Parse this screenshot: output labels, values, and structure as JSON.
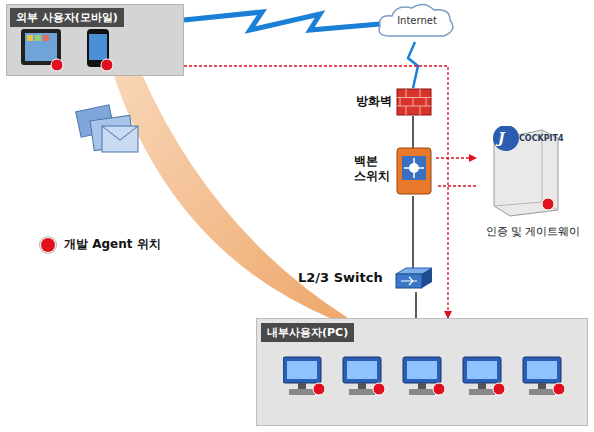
{
  "diagram": {
    "nodes": [
      {
        "text": [
          "외부 사용자(모바일)"
        ]
      },
      {
        "text": [
          "Internet"
        ]
      },
      {
        "text": [
          "방화벽"
        ]
      },
      {
        "text": [
          "백본 스위치"
        ]
      },
      {
        "text": [
          "J",
          "COCKPIT4",
          "인증 및 게이트웨이"
        ]
      },
      {
        "text": [
          "L2/3 Switch"
        ]
      },
      {
        "text": [
          "내부사용자(PC)"
        ]
      }
    ],
    "edges": [
      {
        "from": 0,
        "to": 1,
        "arrow": "none"
      },
      {
        "from": 1,
        "to": 2,
        "arrow": "none"
      },
      {
        "from": 2,
        "to": 3,
        "arrow": "none"
      },
      {
        "from": 3,
        "to": 5,
        "arrow": "none"
      },
      {
        "from": 5,
        "to": 6,
        "arrow": "none"
      },
      {
        "from": 3,
        "to": 4,
        "arrow": "to"
      },
      {
        "from": 4,
        "to": 3,
        "arrow": "none"
      },
      {
        "from": 0,
        "to": 6,
        "arrow": "to"
      }
    ],
    "legend": [
      {
        "text": "개발 Agent 위치",
        "color": "#e0101e"
      }
    ]
  }
}
